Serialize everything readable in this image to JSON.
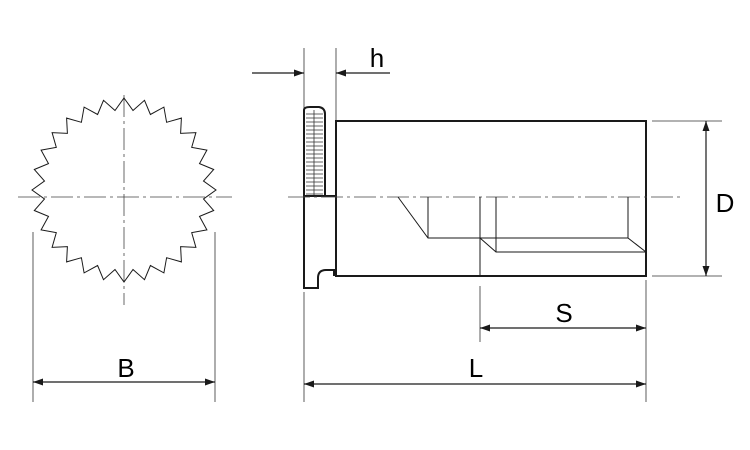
{
  "labels": {
    "h": "h",
    "D": "D",
    "S": "S",
    "L": "L",
    "B": "B"
  },
  "gear": {
    "teeth": 28
  }
}
